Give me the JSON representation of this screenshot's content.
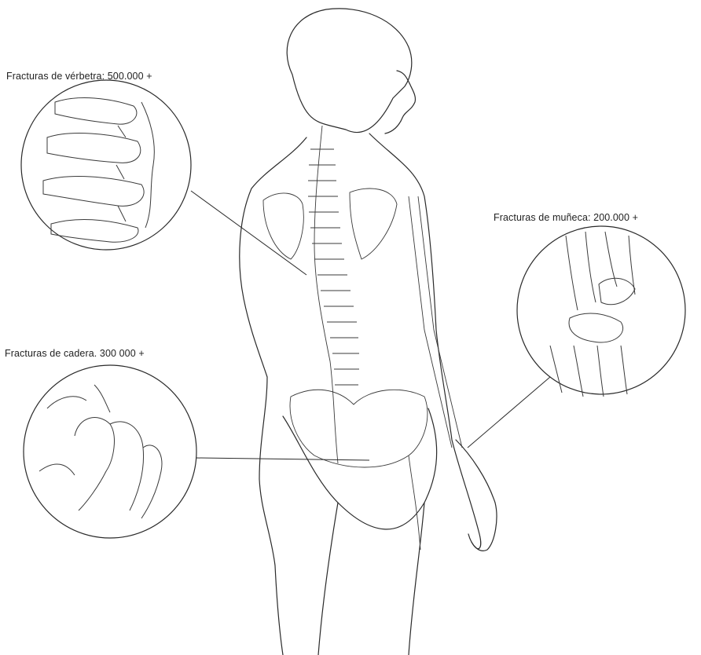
{
  "annotations": {
    "vertebra": "Fracturas de vérbetra: 500.000 +",
    "hip": "Fracturas de cadera. 300 000 +",
    "wrist": "Fracturas de muñeca: 200.000 +"
  },
  "colors": {
    "line": "#2a2a2a",
    "background": "#ffffff"
  }
}
